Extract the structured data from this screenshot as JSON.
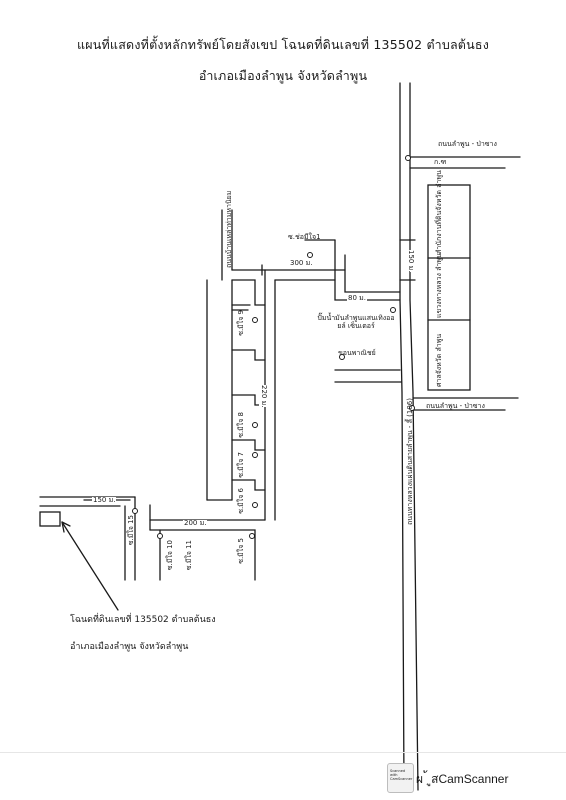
{
  "map": {
    "title_line1": "แผนที่แสดงที่ตั้งหลักทรัพย์โดยสังเขป โฉนดที่ดินเลขที่ 135502 ตำบลต้นธง",
    "title_line2": "อำเภอเมืองลำพูน จังหวัดลำพูน",
    "roads": {
      "top_right_road": "ถนนลำพูน - ป่าซาง",
      "top_right_marker": "ก.ฑ",
      "mid_right_road": "ถนนลำพูน - ป่าซาง",
      "main_highway": "ถนนทางหลวงแผ่นดินสายลำพูน - ลี้ (106)",
      "soi_1": "ซ.ช่อมีใจ1",
      "left_road": "ถนนบ้านเหล่าท่ามหานิยม",
      "soi_9": "ซ.มีใจ 9",
      "soi_8": "ซ.มีใจ 8",
      "soi_7": "ซ.มีใจ 7",
      "soi_6": "ซ.มีใจ 6",
      "soi_5": "ซ.มีใจ 5",
      "soi_10": "ซ.มีใจ 10",
      "soi_11": "ซ.มีใจ 11",
      "soi_15": "ซ.มีใจ 15"
    },
    "landmarks": {
      "gas_station": "ปั๊มน้ำมันลำพูนแสนเทิงออยล์ เซ็นเตอร์",
      "market": "ขอนพาณิชย์",
      "building_a": "สำนักงานที่ดินจังหวัด ลำพูน",
      "building_b": "แขวงทางหลวง ลำพูน",
      "building_c": "ศาลจังหวัด ลำพูน"
    },
    "distances": {
      "d_150_top": "150 ม.",
      "d_300": "300 ม.",
      "d_80": "80 ม.",
      "d_220": "220 ม.",
      "d_150_left": "150 ม.",
      "d_200": "200 ม."
    },
    "caption_line1": "โฉนดที่ดินเลขที่ 135502 ตำบลต้นธง",
    "caption_line2": "อำเภอเมืองลำพูน จังหวัดลำพูน"
  },
  "footer": {
    "badge_line1": "Scanned with",
    "badge_line2": "CamScanner",
    "scanner_text": "ผ ้ ูสCamScanner"
  }
}
